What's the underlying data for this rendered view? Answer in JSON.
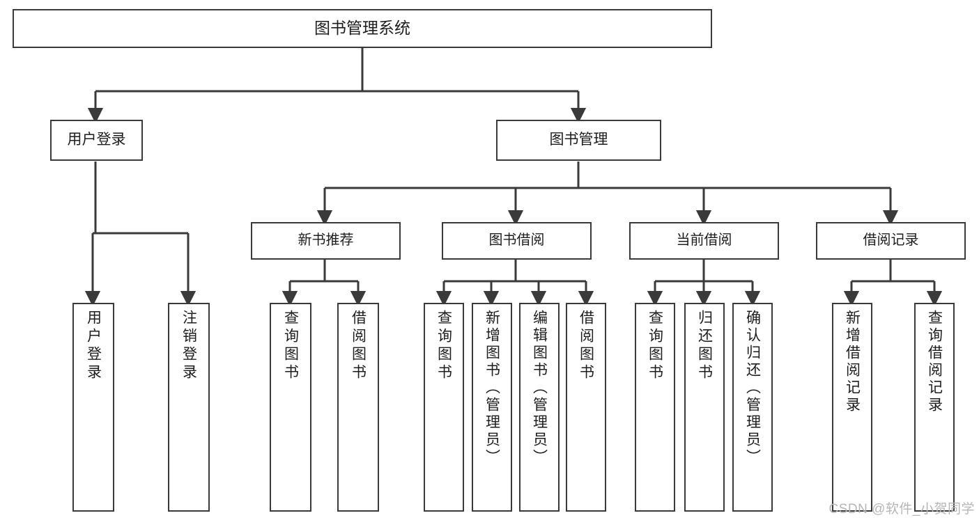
{
  "diagram": {
    "title": "图书管理系统",
    "type": "tree",
    "colors": {
      "stroke": "#3a3a3a",
      "fill": "#ffffff",
      "text": "#1d1d1d",
      "watermark": "#b6b6b6"
    },
    "root": {
      "label": "图书管理系统"
    },
    "level2": [
      {
        "label": "用户登录"
      },
      {
        "label": "图书管理"
      }
    ],
    "level3": [
      {
        "label": "新书推荐"
      },
      {
        "label": "图书借阅"
      },
      {
        "label": "当前借阅"
      },
      {
        "label": "借阅记录"
      }
    ],
    "leaves": [
      {
        "label": "用户登录",
        "parent": "用户登录"
      },
      {
        "label": "注销登录",
        "parent": "用户登录"
      },
      {
        "label": "查询图书",
        "parent": "新书推荐"
      },
      {
        "label": "借阅图书",
        "parent": "新书推荐"
      },
      {
        "label": "查询图书",
        "parent": "图书借阅"
      },
      {
        "label": "新增图书（管理员）",
        "parent": "图书借阅"
      },
      {
        "label": "编辑图书（管理员）",
        "parent": "图书借阅"
      },
      {
        "label": "借阅图书",
        "parent": "图书借阅"
      },
      {
        "label": "查询图书",
        "parent": "当前借阅"
      },
      {
        "label": "归还图书",
        "parent": "当前借阅"
      },
      {
        "label": "确认归还（管理员）",
        "parent": "当前借阅"
      },
      {
        "label": "新增借阅记录",
        "parent": "借阅记录"
      },
      {
        "label": "查询借阅记录",
        "parent": "借阅记录"
      }
    ]
  },
  "watermark": {
    "text": "CSDN @软件_小贺同学"
  }
}
